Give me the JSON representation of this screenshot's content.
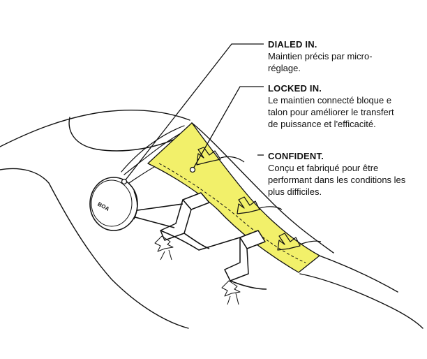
{
  "diagram": {
    "dial_label": "BOA",
    "accent_color": "#f2f06a",
    "line_color": "#111111",
    "callouts": [
      {
        "title": "DIALED IN.",
        "body": "Maintien précis par micro-réglage."
      },
      {
        "title": "LOCKED IN.",
        "body": "Le maintien connecté bloque e talon pour améliorer le transfert de puissance et l'efficacité."
      },
      {
        "title": "CONFIDENT.",
        "body": "Conçu et fabriqué pour être performant dans les conditions les plus difficiles."
      }
    ]
  }
}
